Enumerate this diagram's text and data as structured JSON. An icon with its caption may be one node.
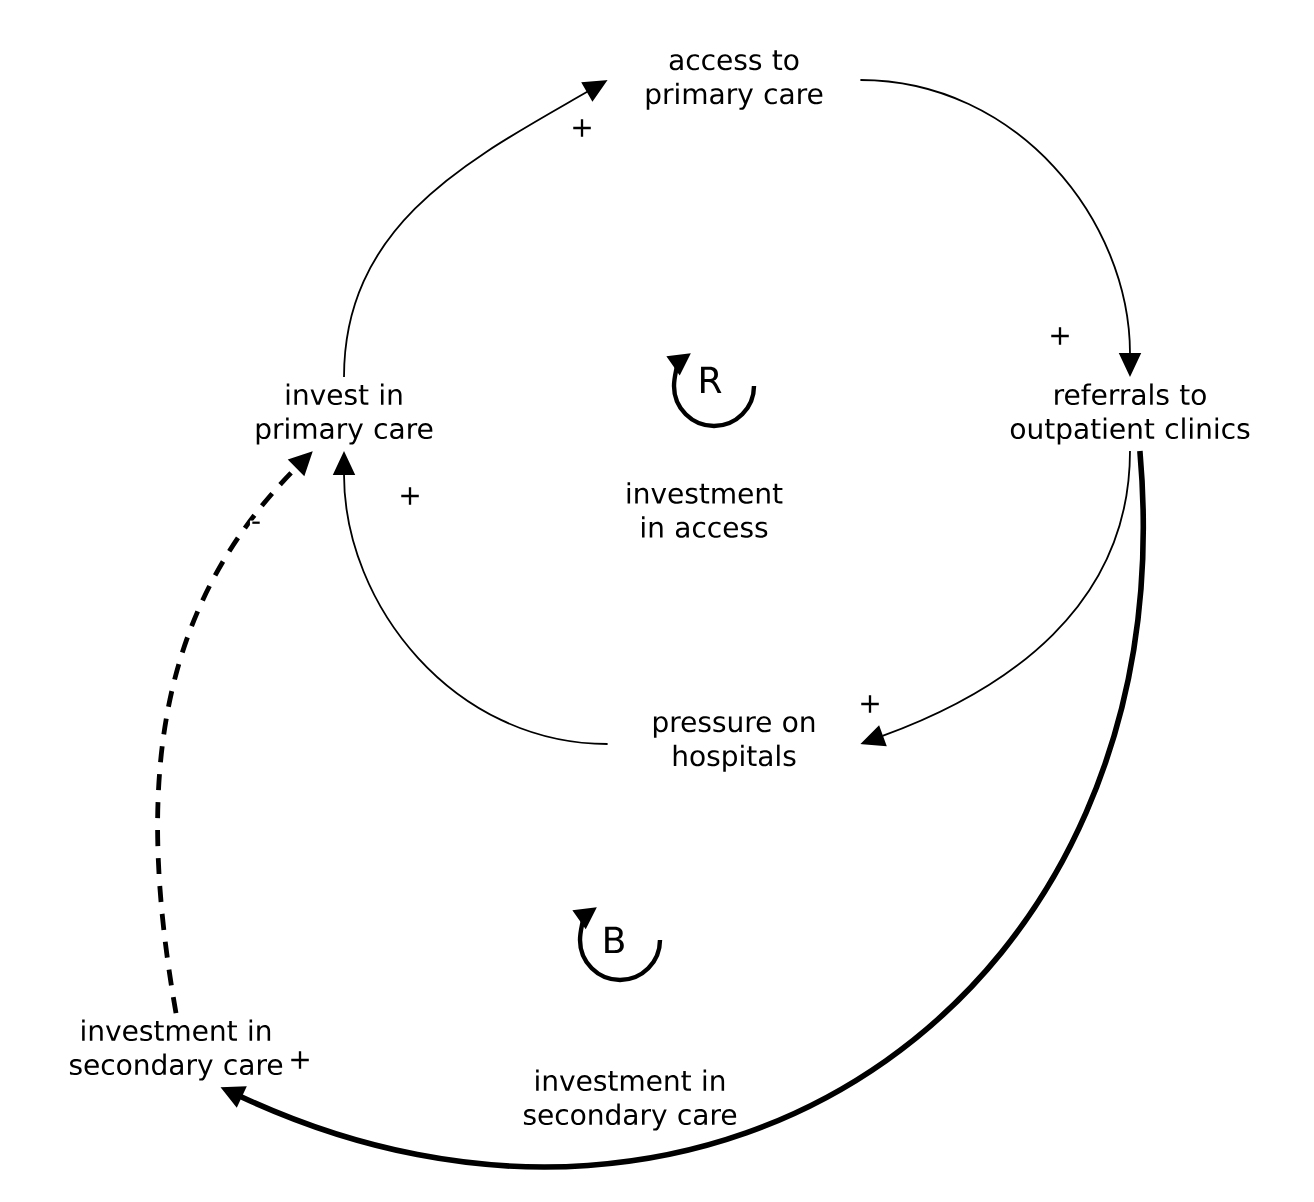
{
  "diagram": {
    "nodes": [
      {
        "text": [
          "access to primary care"
        ]
      },
      {
        "text": [
          "referrals to outpatient clinics"
        ]
      },
      {
        "text": [
          "pressure on hospitals"
        ]
      },
      {
        "text": [
          "invest in primary care"
        ]
      },
      {
        "text": [
          "investment in secondary care"
        ]
      }
    ],
    "edges": [
      {
        "from": 3,
        "to": 0,
        "arrow": "to",
        "label": "+"
      },
      {
        "from": 0,
        "to": 1,
        "arrow": "to",
        "label": "+"
      },
      {
        "from": 1,
        "to": 2,
        "arrow": "to",
        "label": "+"
      },
      {
        "from": 2,
        "to": 3,
        "arrow": "to",
        "label": "+"
      },
      {
        "from": 1,
        "to": 4,
        "arrow": "to",
        "label": "+",
        "style": "thick"
      },
      {
        "from": 4,
        "to": 3,
        "arrow": "to",
        "label": "-",
        "style": "dashed"
      }
    ],
    "labels": [
      "R",
      "investment in access",
      "B",
      "investment in secondary care"
    ]
  }
}
